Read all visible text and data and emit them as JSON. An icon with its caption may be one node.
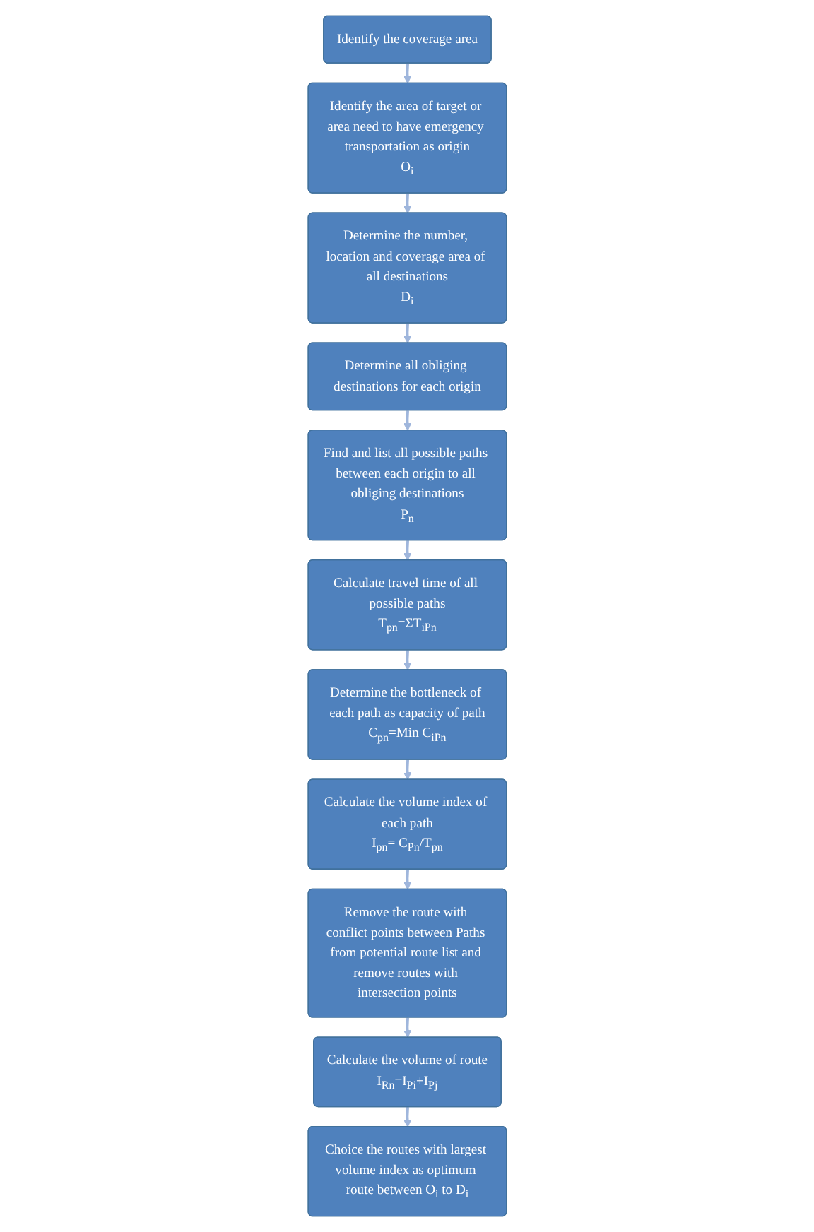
{
  "diagram": {
    "nodes": [
      {
        "text": [
          "Identify the coverage area"
        ]
      },
      {
        "text": [
          "Identify the area of target or area need to have emergency transportation as origin",
          "O$_{i}$"
        ]
      },
      {
        "text": [
          "Determine the number, location and coverage area of all destinations",
          "D$_{i}$"
        ]
      },
      {
        "text": [
          "Determine all obliging destinations for each origin"
        ]
      },
      {
        "text": [
          "Find and list all possible paths between each origin to all obliging destinations",
          "P$_{n}$"
        ]
      },
      {
        "text": [
          "Calculate travel time of all possible paths",
          "T$_{pn}$=ΣT$_{iPn}$"
        ]
      },
      {
        "text": [
          "Determine the bottleneck of each path as capacity of path",
          "C$_{pn}$=Min C$_{iPn}$"
        ]
      },
      {
        "text": [
          "Calculate the volume index of each path",
          "I$_{pn}$= C$_{Pn}$/T$_{pn}$"
        ]
      },
      {
        "text": [
          "Remove the route with conflict points between Paths from potential route list and remove routes with intersection points"
        ]
      },
      {
        "text": [
          "Calculate the volume of route",
          "I$_{Rn}$=I$_{Pi}$+I$_{Pj}$"
        ]
      },
      {
        "text": [
          "Choice the routes with largest volume index as optimum route between O$_{i}$ to D$_{i}$"
        ]
      }
    ],
    "edges": [
      {
        "from": 0,
        "to": 1,
        "arrow": "to"
      },
      {
        "from": 1,
        "to": 2,
        "arrow": "to"
      },
      {
        "from": 2,
        "to": 3,
        "arrow": "to"
      },
      {
        "from": 3,
        "to": 4,
        "arrow": "to"
      },
      {
        "from": 4,
        "to": 5,
        "arrow": "to"
      },
      {
        "from": 5,
        "to": 6,
        "arrow": "to"
      },
      {
        "from": 6,
        "to": 7,
        "arrow": "to"
      },
      {
        "from": 7,
        "to": 8,
        "arrow": "to"
      },
      {
        "from": 8,
        "to": 9,
        "arrow": "to"
      },
      {
        "from": 9,
        "to": 10,
        "arrow": "to"
      }
    ]
  }
}
